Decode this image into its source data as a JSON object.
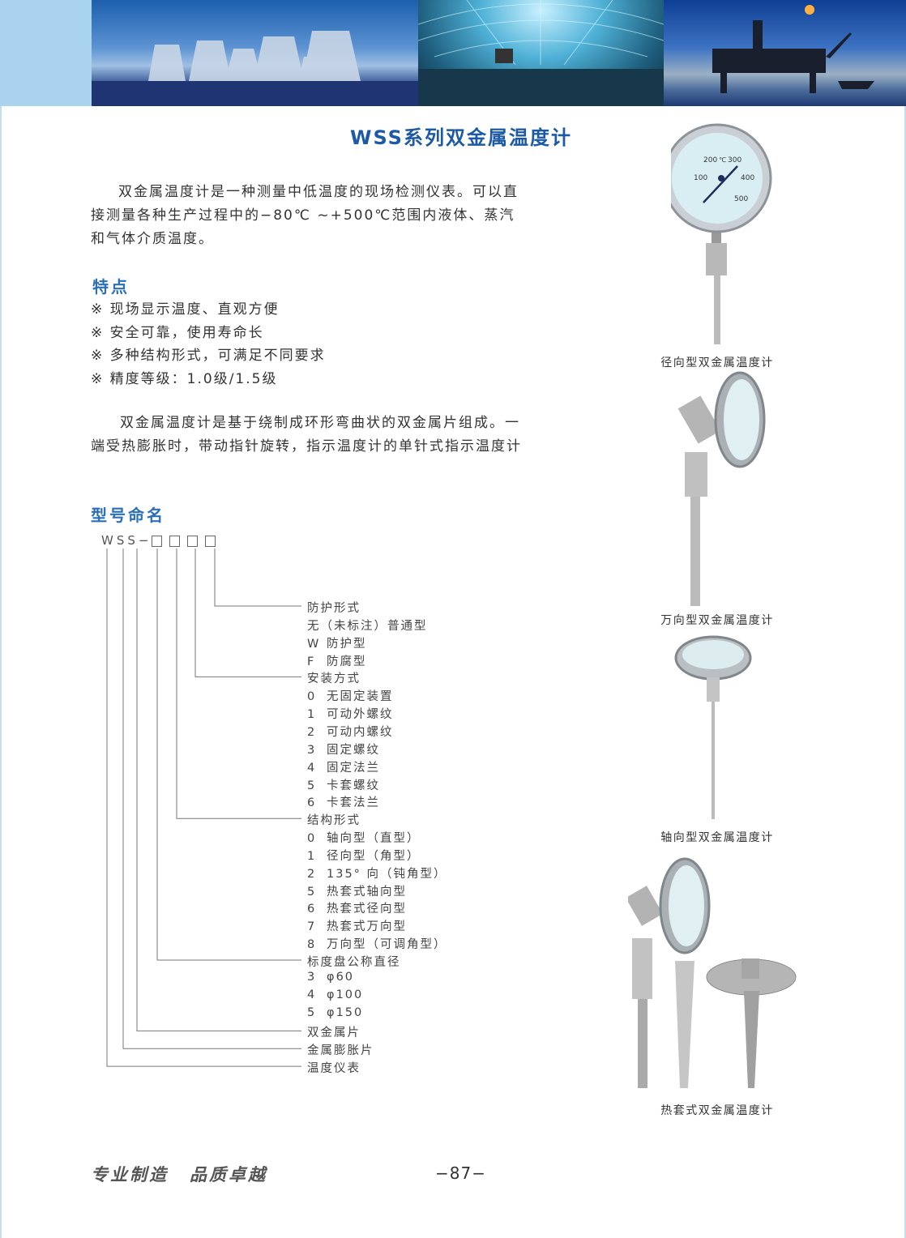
{
  "header": {
    "photos": [
      "cooling-towers",
      "control-room",
      "offshore-platform"
    ]
  },
  "title": "WSS系列双金属温度计",
  "intro": "双金属温度计是一种测量中低温度的现场检测仪表。可以直接测量各种生产过程中的−80℃ ~+500℃范围内液体、蒸汽和气体介质温度。",
  "features": {
    "heading": "特点",
    "bullet": "※",
    "items": [
      "现场显示温度、直观方便",
      "安全可靠，使用寿命长",
      "多种结构形式，可满足不同要求",
      "精度等级：1.0级/1.5级"
    ]
  },
  "principle": "双金属温度计是基于绕制成环形弯曲状的双金属片组成。一端受热膨胀时，带动指针旋转，指示温度计的单针式指示温度计",
  "naming": {
    "heading": "型号命名",
    "code_prefix": "WSS−",
    "rows": [
      {
        "key": "",
        "text": "防护形式",
        "line": 6
      },
      {
        "key": "",
        "text": "无（未标注）普通型"
      },
      {
        "key": "W",
        "text": "防护型"
      },
      {
        "key": "F",
        "text": "防腐型"
      },
      {
        "key": "",
        "text": "安装方式",
        "line": 5
      },
      {
        "key": "0",
        "text": "无固定装置"
      },
      {
        "key": "1",
        "text": "可动外螺纹"
      },
      {
        "key": "2",
        "text": "可动内螺纹"
      },
      {
        "key": "3",
        "text": "固定螺纹"
      },
      {
        "key": "4",
        "text": "固定法兰"
      },
      {
        "key": "5",
        "text": "卡套螺纹"
      },
      {
        "key": "6",
        "text": "卡套法兰"
      },
      {
        "key": "",
        "text": "结构形式",
        "line": 4
      },
      {
        "key": "0",
        "text": "轴向型（直型）"
      },
      {
        "key": "1",
        "text": "径向型（角型）"
      },
      {
        "key": "2",
        "text": "135° 向（钝角型）"
      },
      {
        "key": "5",
        "text": "热套式轴向型"
      },
      {
        "key": "6",
        "text": "热套式径向型"
      },
      {
        "key": "7",
        "text": "热套式万向型"
      },
      {
        "key": "8",
        "text": "万向型（可调角型）"
      },
      {
        "key": "",
        "text": "标度盘公称直径",
        "line": 3
      },
      {
        "key": "3",
        "text": "φ60"
      },
      {
        "key": "4",
        "text": "φ100"
      },
      {
        "key": "5",
        "text": "φ150"
      },
      {
        "key": "",
        "text": "双金属片",
        "line": 2
      },
      {
        "key": "",
        "text": "金属膨胀片",
        "line": 1
      },
      {
        "key": "",
        "text": "温度仪表",
        "line": 0
      }
    ]
  },
  "products": [
    {
      "caption": "径向型双金属温度计",
      "dial": [
        "100",
        "200",
        "℃",
        "300",
        "400",
        "500"
      ]
    },
    {
      "caption": "万向型双金属温度计"
    },
    {
      "caption": "轴向型双金属温度计"
    },
    {
      "caption": "热套式双金属温度计"
    }
  ],
  "footer": {
    "slogan1": "专业制造",
    "slogan2": "品质卓越",
    "page": "−87−"
  }
}
